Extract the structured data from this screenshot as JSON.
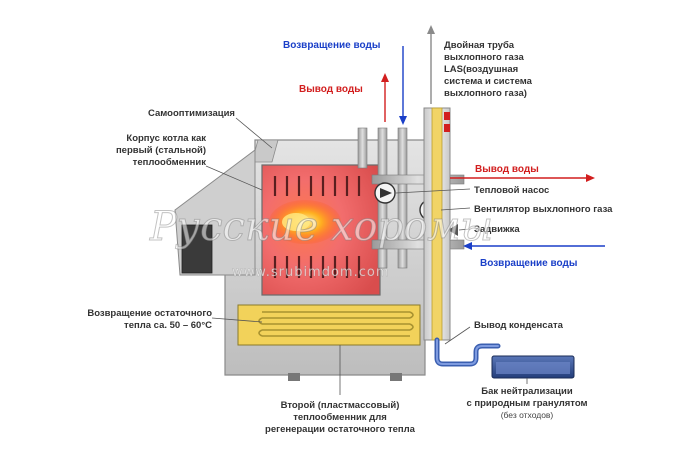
{
  "labels": {
    "water_return_top": "Возвращение воды",
    "water_out_top": "Вывод воды",
    "double_pipe": [
      "Двойная труба",
      "выхлопного газа",
      "LAS(воздушная",
      "система и система",
      "выхлопного газа)"
    ],
    "self_optimization": "Самооптимизация",
    "boiler_body": [
      "Корпус котла как",
      "первый (стальной)",
      "теплообменник"
    ],
    "water_out_right": "Вывод воды",
    "heat_pump": "Тепловой насос",
    "exhaust_fan": "Вентилятор выхлопного газа",
    "valve": "Задвижка",
    "water_return_right": "Возвращение воды",
    "residual_heat_return": [
      "Возвращение остаточного",
      "тепла са. 50 – 60°С"
    ],
    "condensate_out": "Вывод конденсата",
    "neutralization_tank": [
      "Бак нейтрализации",
      "с природным гранулятом"
    ],
    "no_waste": "(без отходов)",
    "second_exchanger": [
      "Второй (пластмассовый)",
      "теплообменник для",
      "регенерации остаточного тепла"
    ]
  },
  "watermark": {
    "title": "Русские хоромы",
    "url": "www.srubimdom.com"
  },
  "colors": {
    "water_return": "#1a3fc8",
    "water_out": "#d21e1e",
    "exchanger": "#e8c84a",
    "chamber": "#f26d6d",
    "casing": "#d6d6d6"
  },
  "icons": {
    "pump": "heat-pump-icon",
    "fan": "exhaust-fan-icon"
  }
}
